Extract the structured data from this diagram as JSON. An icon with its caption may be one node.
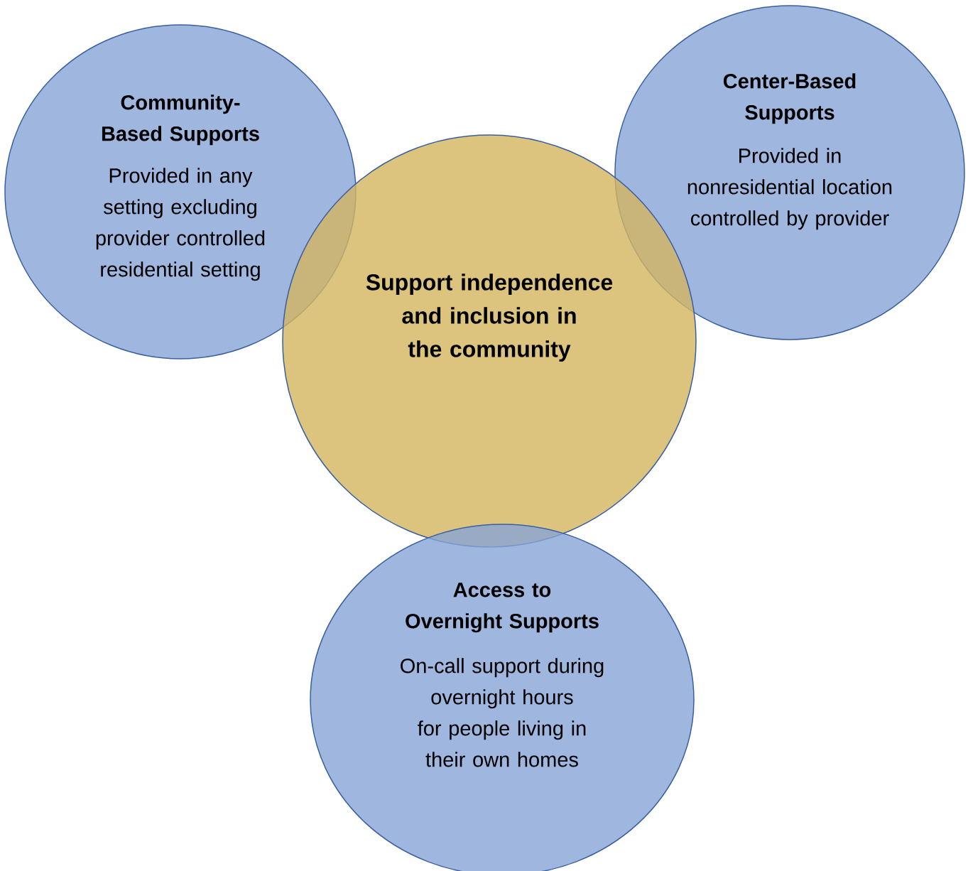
{
  "diagram": {
    "nodes": [
      {
        "text": [
          "Community-Based Supports",
          "Provided in any setting excluding provider controlled residential setting"
        ]
      },
      {
        "text": [
          "Center-Based Supports",
          "Provided in nonresidential location controlled by provider"
        ]
      },
      {
        "text": [
          "Support independence and inclusion in the community"
        ]
      },
      {
        "text": [
          "Access to Overnight Supports",
          "On-call support during overnight hours for people living in their own homes"
        ]
      }
    ]
  }
}
